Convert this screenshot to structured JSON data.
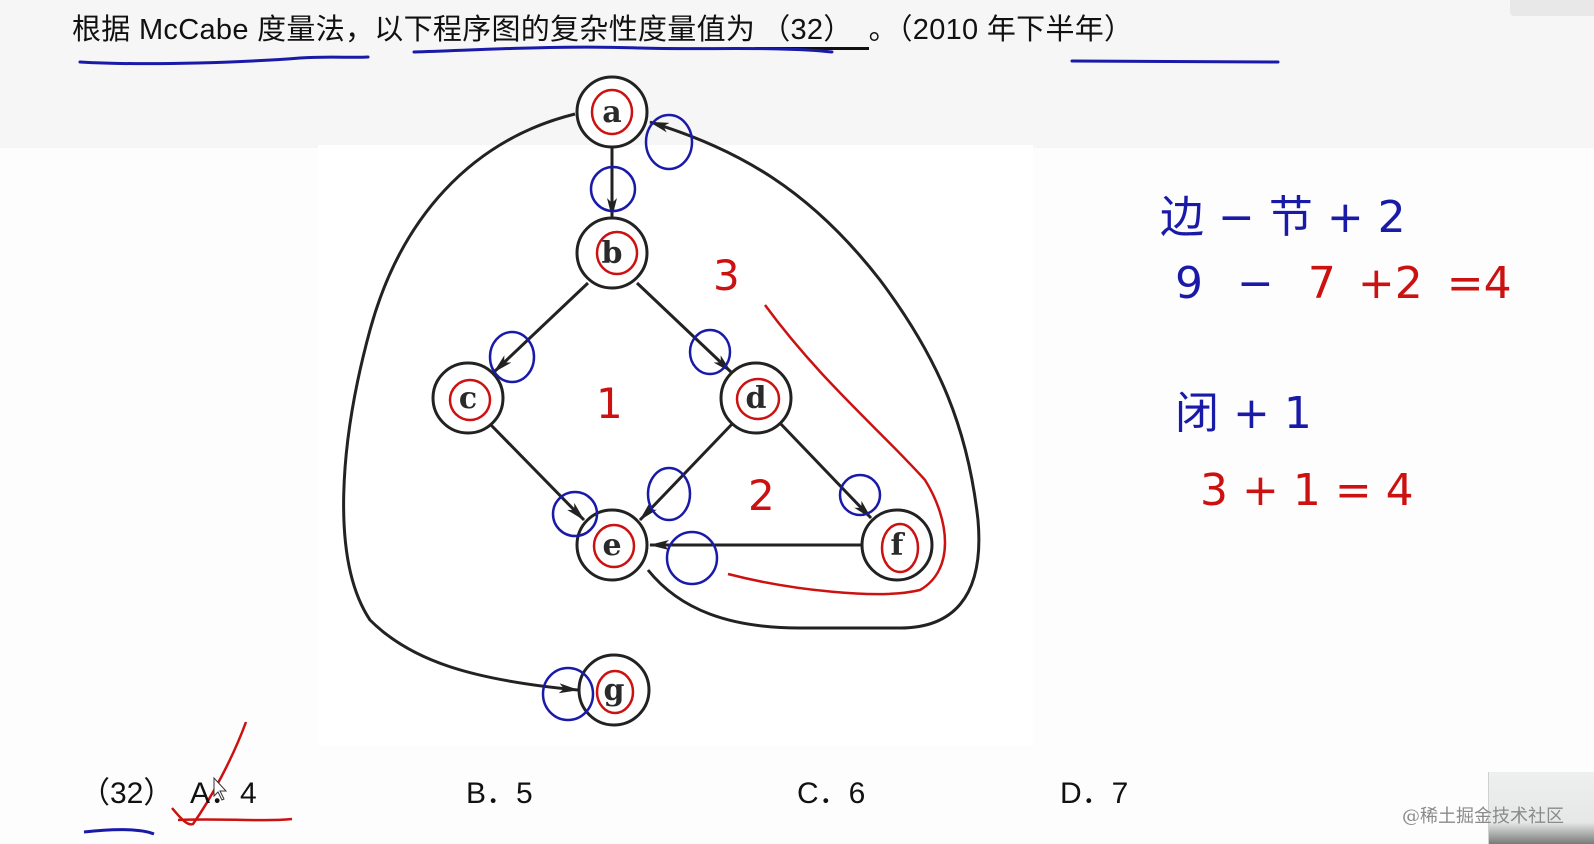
{
  "question": {
    "prefix": "根据 McCabe 度量法，以下程序图的复杂性度量值为",
    "blank": "（32）",
    "suffix": "。（2010 年下半年）"
  },
  "diagram": {
    "type": "control-flow-graph",
    "nodes": [
      "a",
      "b",
      "c",
      "d",
      "e",
      "f",
      "g"
    ],
    "edges": [
      {
        "from": "a",
        "to": "b"
      },
      {
        "from": "b",
        "to": "c"
      },
      {
        "from": "b",
        "to": "d"
      },
      {
        "from": "c",
        "to": "e"
      },
      {
        "from": "d",
        "to": "e"
      },
      {
        "from": "d",
        "to": "f"
      },
      {
        "from": "f",
        "to": "e"
      },
      {
        "from": "e",
        "to": "a"
      },
      {
        "from": "a",
        "to": "g"
      }
    ],
    "region_labels": [
      "1",
      "2",
      "3"
    ]
  },
  "annotations": {
    "formula1_line1": {
      "text": "边 − 节 + 2",
      "color": "#1a1aa8"
    },
    "formula1_line2": {
      "parts": [
        "9",
        "−",
        "7",
        "+2",
        "=4"
      ]
    },
    "formula2_line1": {
      "text": "闭 + 1",
      "color": "#1a1aa8"
    },
    "formula2_line2": {
      "text": "3 + 1 = 4",
      "color": "#cc1111"
    }
  },
  "options": {
    "number": "（32）",
    "a": "A．4",
    "b": "B．5",
    "c": "C．6",
    "d": "D．7",
    "correct": "A"
  },
  "watermark": "@稀土掘金技术社区",
  "colors": {
    "ink_blue": "#1a1aa8",
    "ink_red": "#cc1111",
    "graph_black": "#222222"
  }
}
